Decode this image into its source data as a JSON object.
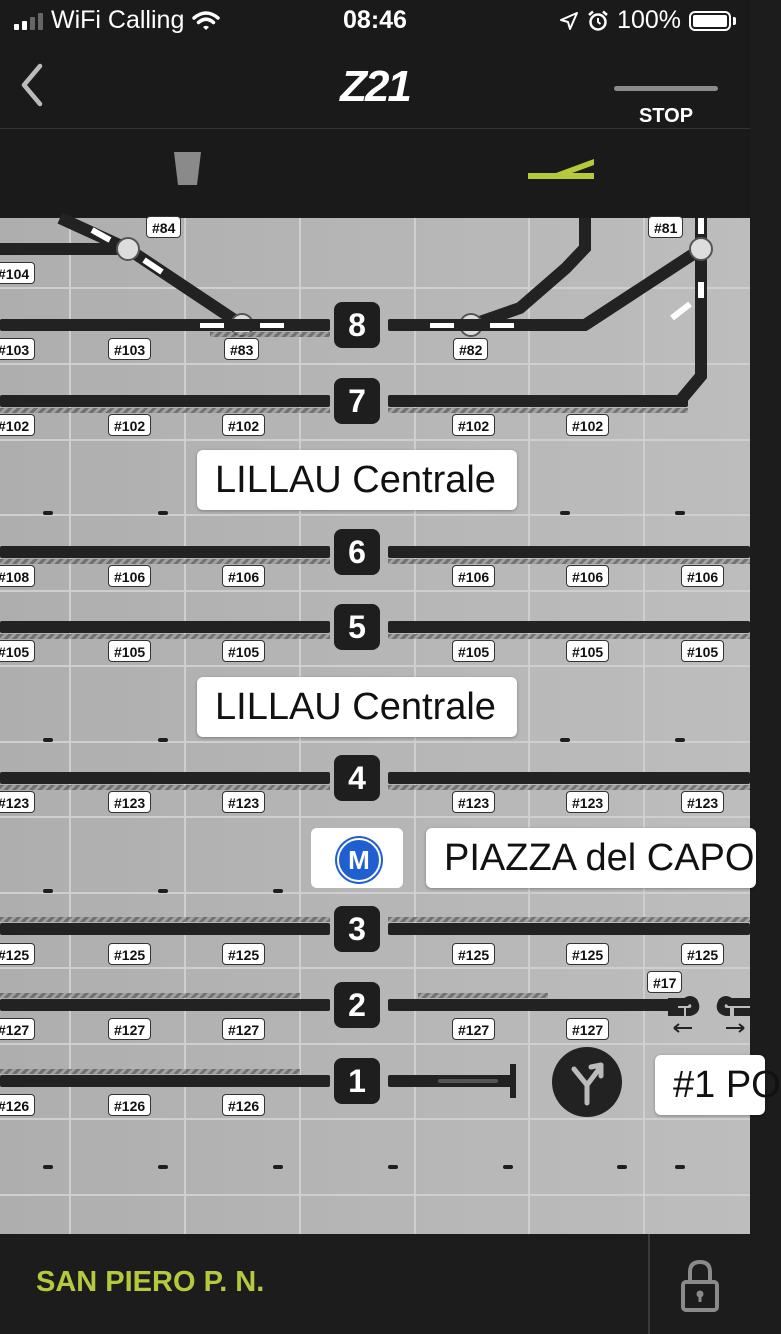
{
  "status_bar": {
    "carrier": "WiFi Calling",
    "time": "08:46",
    "battery": "100%",
    "icons": [
      "signal-icon",
      "wifi-icon",
      "location-icon",
      "alarm-icon",
      "battery-icon"
    ]
  },
  "nav": {
    "back_icon": "chevron-left-icon",
    "logo": "Z21",
    "stop_label": "STOP"
  },
  "tabs": [
    {
      "name": "cab",
      "icon": "cab-icon",
      "active": false
    },
    {
      "name": "layout",
      "icon": "track-switch-icon",
      "active": true
    }
  ],
  "colors": {
    "accent": "#b6c93c",
    "board": "#b9b9b9",
    "track": "#222222",
    "metro": "#1f5fd0"
  },
  "layout": {
    "track_numbers": [
      "8",
      "7",
      "6",
      "5",
      "4",
      "3",
      "2",
      "1"
    ],
    "station_labels": [
      "LILLAU Centrale",
      "LILLAU Centrale",
      "PIAZZA  del  CAPO",
      "#1 PO"
    ],
    "turnouts": [
      "#84",
      "#83",
      "#82",
      "#81",
      "#17"
    ],
    "row_tags": {
      "r104": [
        "#104"
      ],
      "r103": [
        "#103",
        "#103"
      ],
      "r102": [
        "#102",
        "#102",
        "#102",
        "#102",
        "#102"
      ],
      "r106": [
        "#108",
        "#106",
        "#106",
        "#106",
        "#106",
        "#106"
      ],
      "r105": [
        "#105",
        "#105",
        "#105",
        "#105",
        "#105",
        "#105"
      ],
      "r123": [
        "#123",
        "#123",
        "#123",
        "#123",
        "#123",
        "#123"
      ],
      "r125": [
        "#125",
        "#125",
        "#125",
        "#125",
        "#125",
        "#125"
      ],
      "r127": [
        "#127",
        "#127",
        "#127",
        "#127",
        "#127"
      ],
      "r126": [
        "#126",
        "#126",
        "#126"
      ]
    }
  },
  "footer": {
    "station": "SAN PIERO P. N.",
    "lock_icon": "lock-icon"
  }
}
